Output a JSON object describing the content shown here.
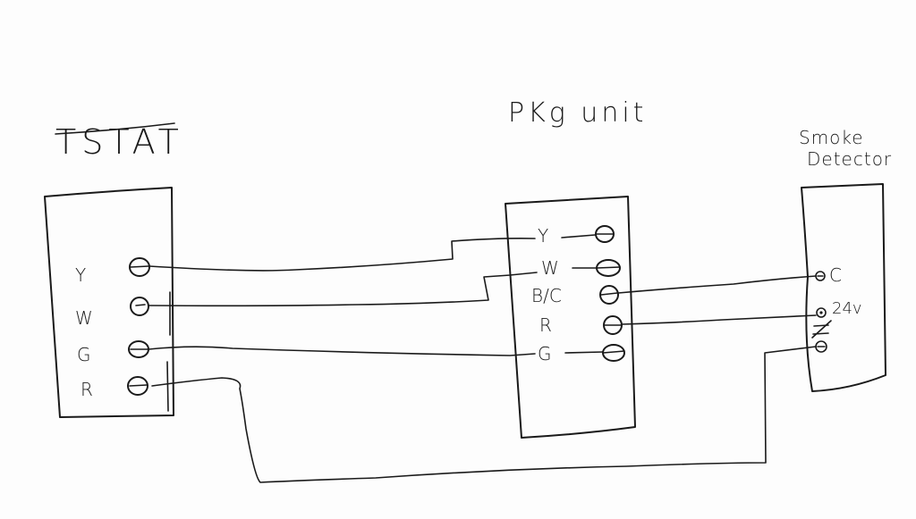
{
  "diagram": {
    "type": "hand-drawn wiring diagram",
    "ink_color": "#1a1a1a",
    "paper_color": "#fdfdfd",
    "blocks": {
      "tstat": {
        "title": "TSTAT",
        "terminals": [
          "Y",
          "W",
          "G",
          "R"
        ]
      },
      "pkg_unit": {
        "title": "PKg unit",
        "terminals": [
          "Y",
          "W",
          "B/C",
          "R",
          "G"
        ]
      },
      "smoke_detector": {
        "title_line1": "Smoke",
        "title_line2": "Detector",
        "terminals": [
          "C",
          "24v"
        ],
        "contact_symbol": "normally-closed contact"
      }
    },
    "wires": [
      {
        "from": "TSTAT.Y",
        "to": "PKG.Y"
      },
      {
        "from": "TSTAT.W",
        "to": "PKG.W"
      },
      {
        "from": "TSTAT.G",
        "to": "PKG.G"
      },
      {
        "from": "TSTAT.R",
        "to": "SMOKE.contact"
      },
      {
        "from": "PKG.B/C",
        "to": "SMOKE.C"
      },
      {
        "from": "PKG.R",
        "to": "SMOKE.24v"
      }
    ]
  }
}
